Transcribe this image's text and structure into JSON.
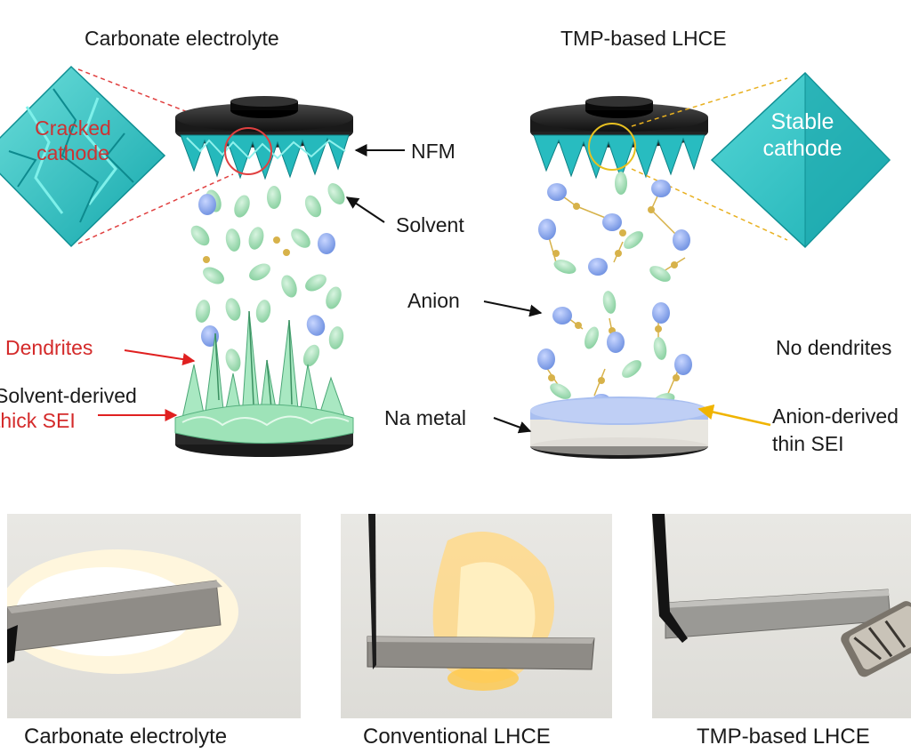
{
  "top_left": {
    "title": "Carbonate electrolyte",
    "callout": "Cracked cathode",
    "labels": {
      "nfm": "NFM",
      "solvent": "Solvent",
      "dendrites": "Dendrites",
      "sei_line1": "Solvent-derived",
      "sei_line2": "thick SEI"
    }
  },
  "top_right": {
    "title": "TMP-based LHCE",
    "callout": "Stable cathode",
    "labels": {
      "anion": "Anion",
      "no_dendrites": "No dendrites",
      "na_metal": "Na metal",
      "sei_line1": "Anion-derived",
      "sei_line2": "thin SEI"
    }
  },
  "photos": [
    {
      "caption": "Carbonate electrolyte"
    },
    {
      "caption": "Conventional LHCE"
    },
    {
      "caption": "TMP-based LHCE"
    }
  ],
  "colors": {
    "cathode_teal": "#2cc5c5",
    "solvent_green": "#9ed9b0",
    "anion_blue": "#7f9ee6",
    "link_gold": "#d7b24a",
    "arrow_red": "#e02020",
    "arrow_gold": "#f0b400",
    "dashed_red": "#e04040",
    "dashed_gold": "#e8b020"
  }
}
